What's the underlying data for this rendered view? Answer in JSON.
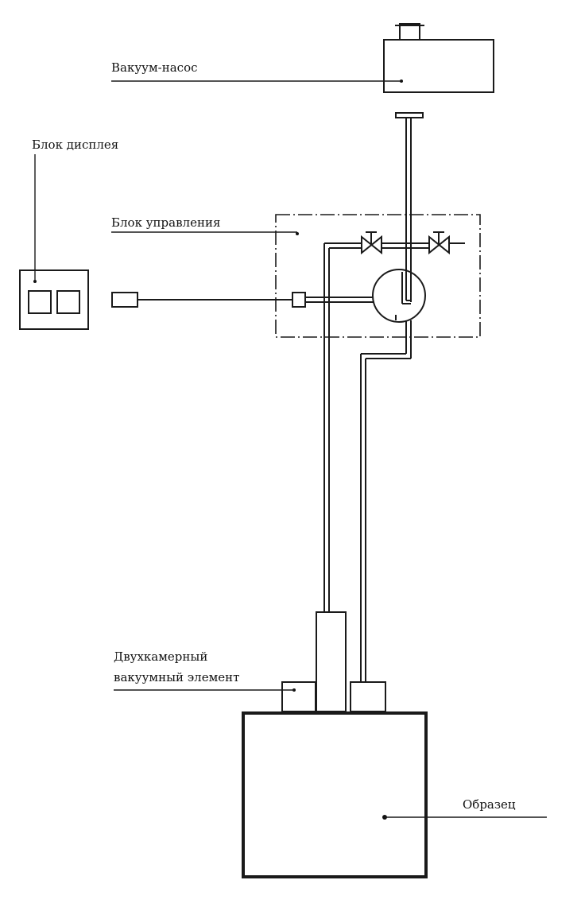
{
  "labels": {
    "pump": "Вакуум-насос",
    "display": "Блок дисплея",
    "control": "Блок управления",
    "dual_chamber_line1": "Двухкамерный",
    "dual_chamber_line2": "вакуумный элемент",
    "sample": "Образец"
  }
}
